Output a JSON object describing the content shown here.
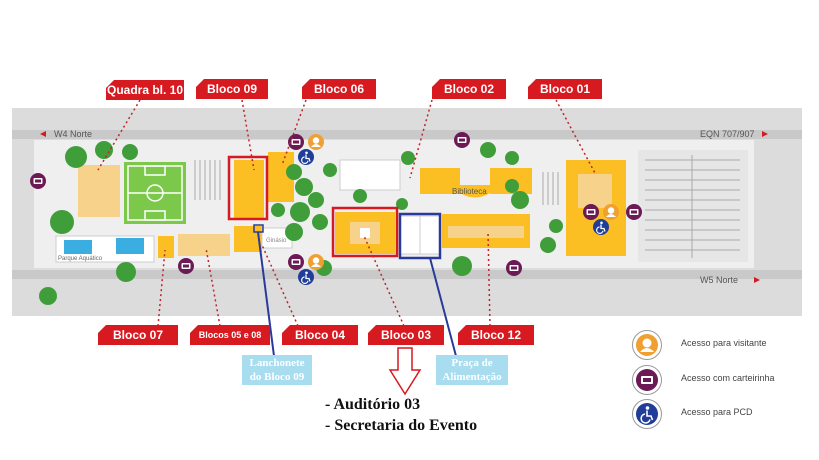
{
  "tags": {
    "quadra": "Quadra bl. 10",
    "bloco09": "Bloco 09",
    "bloco06": "Bloco 06",
    "bloco02": "Bloco 02",
    "bloco01": "Bloco 01",
    "bloco07": "Bloco 07",
    "bloco0508": "Blocos 05 e 08",
    "bloco04": "Bloco 04",
    "bloco03": "Bloco 03",
    "bloco12": "Bloco 12"
  },
  "map_labels": {
    "road_w4": "W4 Norte",
    "road_eqn": "EQN 707/907",
    "road_w5": "W5 Norte",
    "biblioteca": "Biblioteca",
    "parque": "Parque Aquático",
    "ginasio": "Ginásio"
  },
  "callouts": {
    "lanchonete_line1": "Lanchonete",
    "lanchonete_line2": "do Bloco 09",
    "praca_line1": "Praça de",
    "praca_line2": "Alimentação"
  },
  "notes": {
    "auditorio": "- Auditório 03",
    "secretaria": "- Secretaria do Evento"
  },
  "legend": {
    "visitante": "Acesso para visitante",
    "carteirinha": "Acesso com carteirinha",
    "pcd": "Acesso para PCD"
  },
  "colors": {
    "tag_red": "#d71920",
    "building_yellow": "#fbbf24",
    "highlight_red": "#d71920",
    "highlight_blue": "#2a3a9a",
    "callout_bg": "#a8dcef",
    "access_orange": "#f0a030",
    "access_purple": "#6b1a55",
    "access_blue": "#1f3d99"
  },
  "icons": [
    "visitor-access-icon",
    "card-access-icon",
    "wheelchair-access-icon",
    "down-arrow-icon",
    "tree-icon"
  ]
}
